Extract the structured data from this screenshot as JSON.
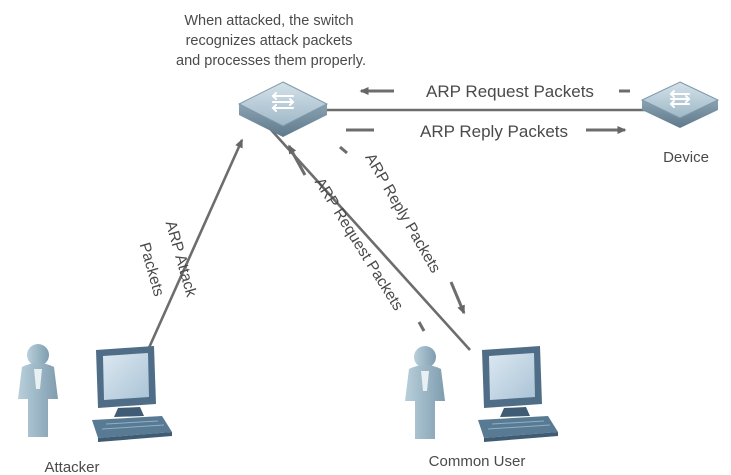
{
  "annotation": {
    "lines": [
      "When attacked, the switch",
      "recognizes attack packets",
      "and processes them properly."
    ]
  },
  "nodes": {
    "switch": {
      "icon": "switch-icon"
    },
    "device": {
      "label": "Device",
      "icon": "switch-icon"
    },
    "attacker": {
      "label": "Attacker",
      "icons": [
        "person-icon",
        "computer-icon"
      ]
    },
    "common_user": {
      "label": "Common User",
      "icons": [
        "person-icon",
        "computer-icon"
      ]
    }
  },
  "flows": {
    "device_to_switch": {
      "label": "ARP Request Packets"
    },
    "switch_to_device": {
      "label": "ARP Reply Packets"
    },
    "attacker_to_switch": {
      "lines": [
        "ARP Attack",
        "Packets"
      ]
    },
    "user_to_switch": {
      "label": "ARP Request Packets"
    },
    "switch_to_user": {
      "label": "ARP Reply Packets"
    }
  },
  "colors": {
    "arrow": "#6d6d6d",
    "text": "#4a4a4a",
    "switch_top": "#b5cad6",
    "switch_side": "#7d97a8",
    "screen": "#c9d9e6",
    "monitor": "#4f6d86",
    "person": "#93aebd"
  }
}
